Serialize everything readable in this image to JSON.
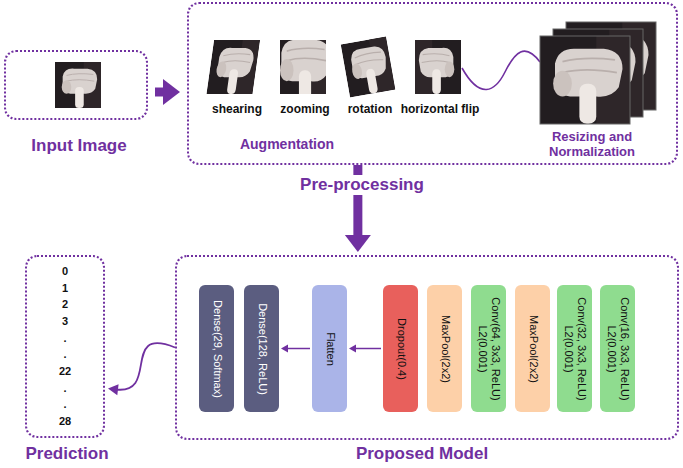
{
  "diagram": {
    "nodes": [
      {
        "text": [
          "Input Image"
        ]
      },
      {
        "text": [
          "shearing",
          "zooming",
          "rotation",
          "horizontal flip",
          "Augmentation",
          "Resizing and Normalization",
          "Pre-processing"
        ]
      },
      {
        "text": [
          "0",
          "1",
          "2",
          "3",
          ".",
          ".",
          "22",
          ".",
          ".",
          "28",
          "Prediction"
        ]
      },
      {
        "text": [
          "Proposed Model"
        ]
      },
      {
        "text": [
          "Dense(29, Softmax)"
        ],
        "in": 3
      },
      {
        "text": [
          "Dense(128, ReLU)"
        ],
        "in": 3
      },
      {
        "text": [
          "Flatten"
        ],
        "in": 3
      },
      {
        "text": [
          "Dropout(0.4)"
        ],
        "in": 3
      },
      {
        "text": [
          "MaxPool(2x2)"
        ],
        "in": 3
      },
      {
        "text": [
          "Conv(64, 3x3, ReLU) L2(0.001)"
        ],
        "in": 3
      },
      {
        "text": [
          "MaxPool(2x2)"
        ],
        "in": 3
      },
      {
        "text": [
          "Conv(32, 3x3, ReLU) L2(0.001)"
        ],
        "in": 3
      },
      {
        "text": [
          "Conv(16, 3x3, ReLU) L2(0.001)"
        ],
        "in": 3
      }
    ],
    "edges": [
      {
        "from": 0,
        "to": 1,
        "arrow": "to"
      },
      {
        "from": 1,
        "to": 3,
        "arrow": "to"
      },
      {
        "from": 3,
        "to": 2,
        "arrow": "to"
      },
      {
        "from": 7,
        "to": 6,
        "arrow": "to"
      },
      {
        "from": 6,
        "to": 5,
        "arrow": "to"
      }
    ]
  }
}
